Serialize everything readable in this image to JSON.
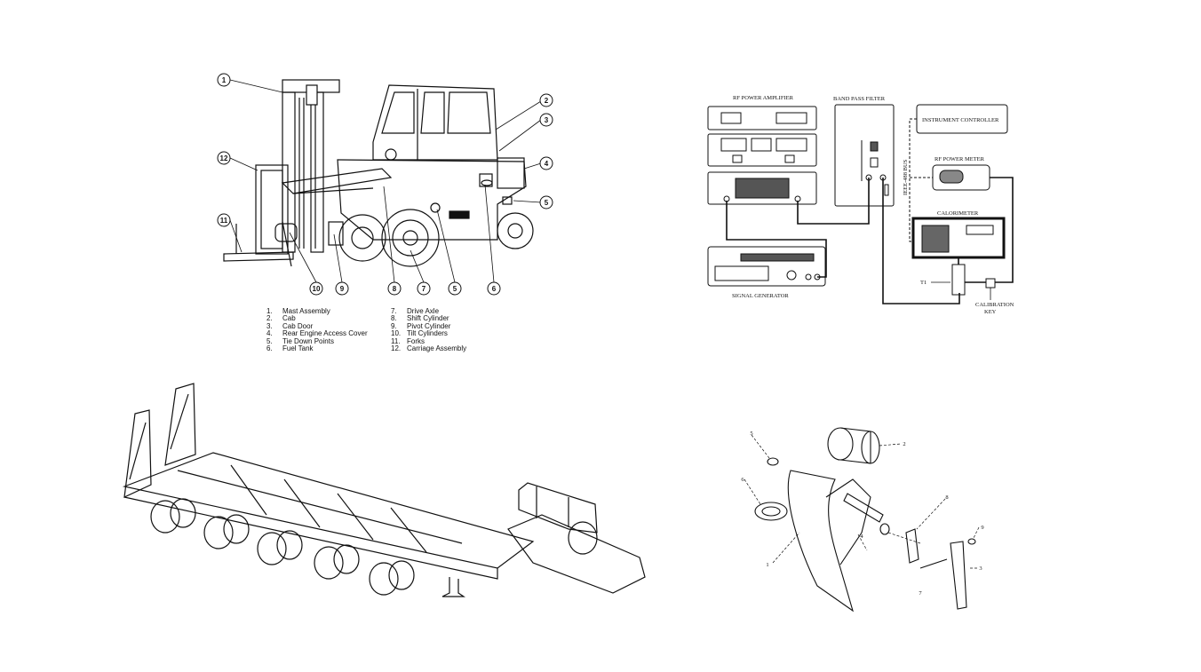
{
  "forklift": {
    "callouts": [
      "1",
      "2",
      "3",
      "4",
      "5",
      "6",
      "7",
      "8",
      "9",
      "10",
      "11",
      "12"
    ],
    "legend_left": [
      {
        "num": "1.",
        "text": "Mast Assembly"
      },
      {
        "num": "2.",
        "text": "Cab"
      },
      {
        "num": "3.",
        "text": "Cab Door"
      },
      {
        "num": "4.",
        "text": "Rear Engine Access Cover"
      },
      {
        "num": "5.",
        "text": "Tie Down Points"
      },
      {
        "num": "6.",
        "text": "Fuel Tank"
      }
    ],
    "legend_right": [
      {
        "num": "7.",
        "text": "Drive Axle"
      },
      {
        "num": "8.",
        "text": "Shift Cylinder"
      },
      {
        "num": "9.",
        "text": "Pivot Cylinder"
      },
      {
        "num": "10.",
        "text": "Tilt Cylinders"
      },
      {
        "num": "11.",
        "text": "Forks"
      },
      {
        "num": "12.",
        "text": "Carriage Assembly"
      }
    ]
  },
  "rf_diagram": {
    "rf_power_amplifier": "RF POWER AMPLIFIER",
    "band_pass_filter": "BAND PASS FILTER",
    "instrument_controller": "INSTRUMENT CONTROLLER",
    "rf_power_meter": "RF POWER METER",
    "ieee_bus": "IEEE-488 BUS",
    "calorimeter": "CALORIMETER",
    "signal_generator": "SIGNAL GENERATOR",
    "t1": "T1",
    "calibration_key_1": "CALIBRATION",
    "calibration_key_2": "KEY"
  },
  "parts": {
    "callouts": [
      "1",
      "2",
      "3",
      "4",
      "5",
      "6",
      "7",
      "8",
      "9"
    ]
  }
}
